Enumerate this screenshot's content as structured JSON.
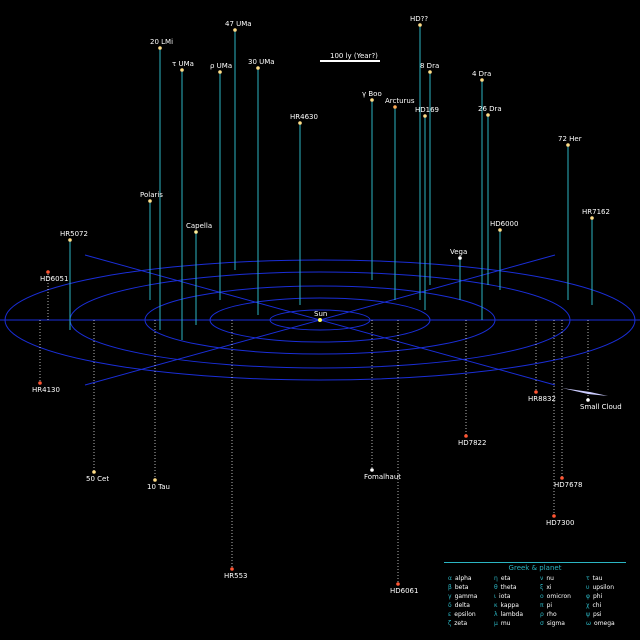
{
  "scale_label": "100 ly (Year?)",
  "legend": {
    "title": "Greek & planet",
    "items": [
      {
        "sym": "α",
        "name": "alpha"
      },
      {
        "sym": "η",
        "name": "eta"
      },
      {
        "sym": "ν",
        "name": "nu"
      },
      {
        "sym": "τ",
        "name": "tau"
      },
      {
        "sym": "β",
        "name": "beta"
      },
      {
        "sym": "θ",
        "name": "theta"
      },
      {
        "sym": "ξ",
        "name": "xi"
      },
      {
        "sym": "υ",
        "name": "upsilon"
      },
      {
        "sym": "γ",
        "name": "gamma"
      },
      {
        "sym": "ι",
        "name": "iota"
      },
      {
        "sym": "ο",
        "name": "omicron"
      },
      {
        "sym": "φ",
        "name": "phi"
      },
      {
        "sym": "δ",
        "name": "delta"
      },
      {
        "sym": "κ",
        "name": "kappa"
      },
      {
        "sym": "π",
        "name": "pi"
      },
      {
        "sym": "χ",
        "name": "chi"
      },
      {
        "sym": "ε",
        "name": "epsilon"
      },
      {
        "sym": "λ",
        "name": "lambda"
      },
      {
        "sym": "ρ",
        "name": "rho"
      },
      {
        "sym": "ψ",
        "name": "psi"
      },
      {
        "sym": "ζ",
        "name": "zeta"
      },
      {
        "sym": "μ",
        "name": "mu"
      },
      {
        "sym": "σ",
        "name": "sigma"
      },
      {
        "sym": "ω",
        "name": "omega"
      }
    ]
  },
  "sun_label": "Sun",
  "stars_up": [
    {
      "label": "47 UMa",
      "color": "#ffdd88"
    },
    {
      "label": "HD??",
      "color": "#ffdd88"
    },
    {
      "label": "20 LMi",
      "color": "#ffdd88"
    },
    {
      "label": "30 UMa",
      "color": "#ffdd88"
    },
    {
      "label": "τ UMa",
      "color": "#ffdd88"
    },
    {
      "label": "ρ UMa",
      "color": "#ffdd88"
    },
    {
      "label": "4 Dra",
      "color": "#ffdd88"
    },
    {
      "label": "8 Dra",
      "color": "#ffdd88"
    },
    {
      "label": "Arcturus",
      "color": "#ffaa55"
    },
    {
      "label": "γ Boo",
      "color": "#ffdd88"
    },
    {
      "label": "HD169",
      "color": "#ffdd88"
    },
    {
      "label": "26 Dra",
      "color": "#ffdd88"
    },
    {
      "label": "72 Her",
      "color": "#ffdd88"
    },
    {
      "label": "HR4630",
      "color": "#ffdd88"
    },
    {
      "label": "Polaris",
      "color": "#ffdd88"
    },
    {
      "label": "Capella",
      "color": "#ffee99"
    },
    {
      "label": "HD6000",
      "color": "#ffdd88"
    },
    {
      "label": "HR7162",
      "color": "#ffdd88"
    },
    {
      "label": "Vega",
      "color": "#ffffff"
    },
    {
      "label": "HR5072",
      "color": "#ffdd88"
    }
  ],
  "stars_down": [
    {
      "label": "HR4130",
      "color": "#ff5533"
    },
    {
      "label": "50 Cet",
      "color": "#ffdd88"
    },
    {
      "label": "10 Tau",
      "color": "#ffdd88"
    },
    {
      "label": "HD7822",
      "color": "#ff5533"
    },
    {
      "label": "HD7678",
      "color": "#ff5533"
    },
    {
      "label": "Fomalhaut",
      "color": "#ffffff"
    },
    {
      "label": "HR8832",
      "color": "#ff5533"
    },
    {
      "label": "HR553",
      "color": "#ff5533"
    },
    {
      "label": "HD6051",
      "color": "#ff5533"
    },
    {
      "label": "HD6061",
      "color": "#ff5533"
    },
    {
      "label": "HD7300",
      "color": "#ff5533"
    },
    {
      "label": "Small Cloud",
      "color": "#ffffff"
    }
  ]
}
